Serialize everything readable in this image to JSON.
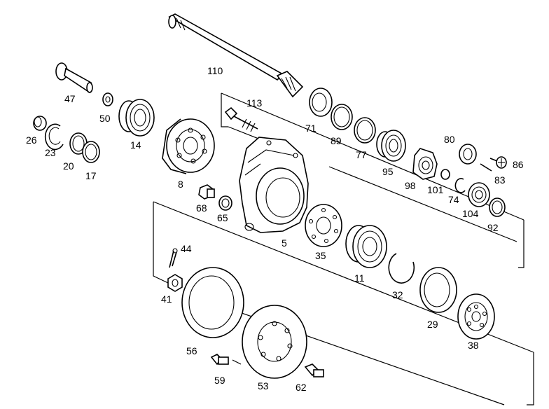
{
  "parts": [
    {
      "id": "p110",
      "label": "110",
      "name": "shaft"
    },
    {
      "id": "p113",
      "label": "113",
      "name": "bolt"
    },
    {
      "id": "p47",
      "label": "47",
      "name": "flange-bolt"
    },
    {
      "id": "p50",
      "label": "50",
      "name": "washer"
    },
    {
      "id": "p26",
      "label": "26",
      "name": "cap"
    },
    {
      "id": "p23",
      "label": "23",
      "name": "circlip"
    },
    {
      "id": "p20",
      "label": "20",
      "name": "ring"
    },
    {
      "id": "p17",
      "label": "17",
      "name": "ring"
    },
    {
      "id": "p14",
      "label": "14",
      "name": "bearing"
    },
    {
      "id": "p8",
      "label": "8",
      "name": "drum"
    },
    {
      "id": "p68",
      "label": "68",
      "name": "plug"
    },
    {
      "id": "p65",
      "label": "65",
      "name": "seal-ring"
    },
    {
      "id": "p5",
      "label": "5",
      "name": "housing"
    },
    {
      "id": "p71",
      "label": "71",
      "name": "shaft-seal"
    },
    {
      "id": "p89",
      "label": "89",
      "name": "ring"
    },
    {
      "id": "p77",
      "label": "77",
      "name": "ring"
    },
    {
      "id": "p95",
      "label": "95",
      "name": "bearing"
    },
    {
      "id": "p98",
      "label": "98",
      "name": "gear"
    },
    {
      "id": "p80",
      "label": "80",
      "name": "bushing"
    },
    {
      "id": "p86",
      "label": "86",
      "name": "screw"
    },
    {
      "id": "p83",
      "label": "83",
      "name": "pin"
    },
    {
      "id": "p101",
      "label": "101",
      "name": "bushing"
    },
    {
      "id": "p74",
      "label": "74",
      "name": "circlip"
    },
    {
      "id": "p104",
      "label": "104",
      "name": "bearing"
    },
    {
      "id": "p92",
      "label": "92",
      "name": "ring"
    },
    {
      "id": "p35",
      "label": "35",
      "name": "disc"
    },
    {
      "id": "p11",
      "label": "11",
      "name": "bearing"
    },
    {
      "id": "p32",
      "label": "32",
      "name": "snap-ring"
    },
    {
      "id": "p29",
      "label": "29",
      "name": "seal"
    },
    {
      "id": "p38",
      "label": "38",
      "name": "hub"
    },
    {
      "id": "p44",
      "label": "44",
      "name": "cotter-pin"
    },
    {
      "id": "p41",
      "label": "41",
      "name": "nut"
    },
    {
      "id": "p56",
      "label": "56",
      "name": "seal-ring"
    },
    {
      "id": "p53",
      "label": "53",
      "name": "flange"
    },
    {
      "id": "p59",
      "label": "59",
      "name": "bolt"
    },
    {
      "id": "p62",
      "label": "62",
      "name": "bolt"
    }
  ]
}
